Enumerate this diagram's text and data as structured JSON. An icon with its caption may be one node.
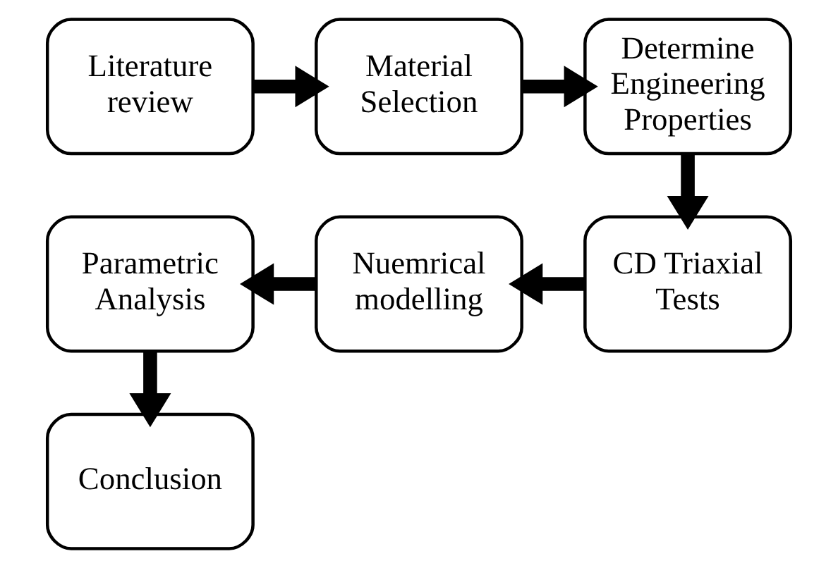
{
  "diagram": {
    "nodes": [
      {
        "text": [
          "Literature review"
        ]
      },
      {
        "text": [
          "Material Selection"
        ]
      },
      {
        "text": [
          "Determine Engineering Properties"
        ]
      },
      {
        "text": [
          "CD Triaxial Tests"
        ]
      },
      {
        "text": [
          "Nuemrical modelling"
        ]
      },
      {
        "text": [
          "Parametric Analysis"
        ]
      },
      {
        "text": [
          "Conclusion"
        ]
      }
    ],
    "edges": [
      {
        "from": 0,
        "to": 1,
        "arrow": "to"
      },
      {
        "from": 1,
        "to": 2,
        "arrow": "to"
      },
      {
        "from": 2,
        "to": 3,
        "arrow": "to"
      },
      {
        "from": 3,
        "to": 4,
        "arrow": "to"
      },
      {
        "from": 4,
        "to": 5,
        "arrow": "to"
      },
      {
        "from": 5,
        "to": 6,
        "arrow": "to"
      }
    ]
  }
}
